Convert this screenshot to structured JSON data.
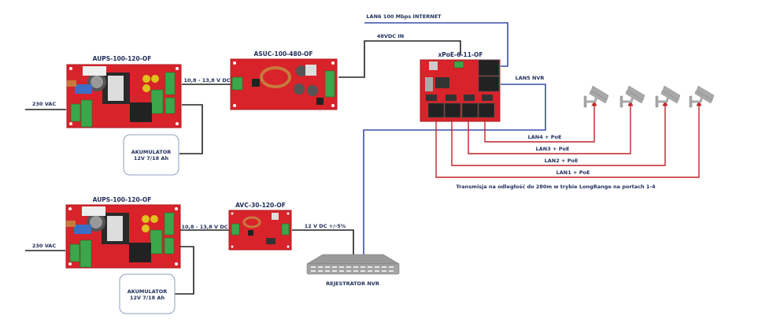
{
  "top_row": {
    "psu_title": "AUPS-100-120-OF",
    "ac_label": "230 VAC",
    "dc_label": "10,8 - 13,8 V DC",
    "battery": {
      "line1": "AKUMULATOR",
      "line2": "12V 7/18 Ah"
    },
    "converter_title": "ASUC-100-480-OF"
  },
  "switch": {
    "title": "xPoE-6-11-OF",
    "input_label": "48VDC IN",
    "lan6_label": "LAN6 100 Mbps INTERNET",
    "lan5_label": "LAN5 NVR",
    "poe_ports": [
      "LAN4 + PoE",
      "LAN3 + PoE",
      "LAN2 + PoE",
      "LAN1 + PoE"
    ],
    "note": "Transmisja na odległość do 280m w trybie LongRange na portach 1-4"
  },
  "bottom_row": {
    "psu_title": "AUPS-100-120-OF",
    "ac_label": "230 VAC",
    "dc_label": "10,8 - 13,8 V DC",
    "battery": {
      "line1": "AKUMULATOR",
      "line2": "12V 7/18 Ah"
    },
    "converter_title": "AVC-30-120-OF",
    "out_label": "12 V DC +/-5%"
  },
  "nvr": {
    "label": "REJESTRATOR NVR"
  },
  "cameras": [
    "camera-icon",
    "camera-icon",
    "camera-icon",
    "camera-icon"
  ],
  "colors": {
    "pcb": "#d8232a",
    "power_wire": "#222222",
    "lan_wire": "#3a4fa8",
    "poe_wire": "#c0242a",
    "label": "#1f2d5a"
  }
}
